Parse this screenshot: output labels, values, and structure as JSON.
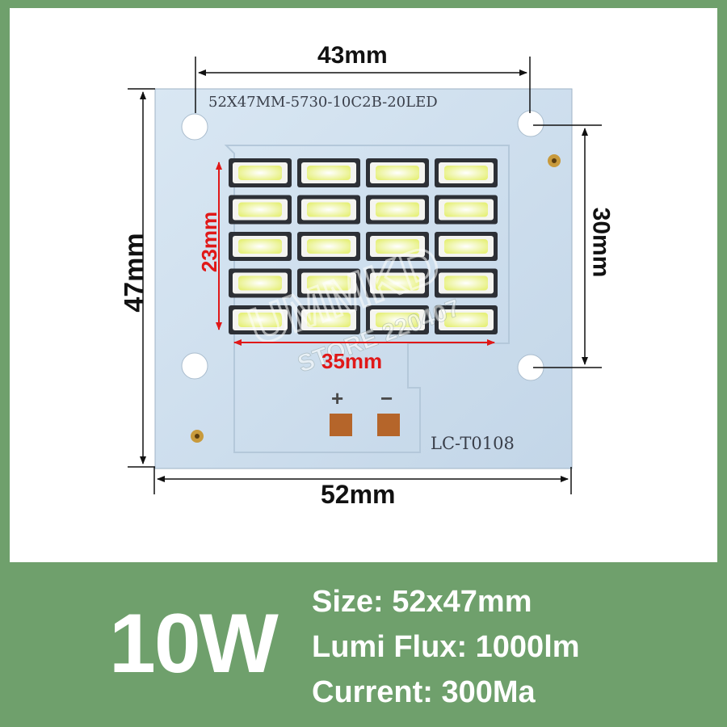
{
  "board": {
    "silkscreen_model": "52X47MM-5730-10C2B-20LED",
    "silkscreen_code": "LC-T0108",
    "plus_label": "+",
    "minus_label": "−"
  },
  "dimensions": {
    "top_width": "43mm",
    "left_height": "47mm",
    "right_height": "30mm",
    "bottom_width": "52mm",
    "led_area_height": "23mm",
    "led_area_width": "35mm"
  },
  "led_grid": {
    "rows": 5,
    "columns": 4
  },
  "watermark": {
    "line1": "UMMKD",
    "line2": "STORE 220407"
  },
  "product": {
    "power": "10W",
    "size_line": "Size: 52x47mm",
    "flux_line": "Lumi Flux: 1000lm",
    "current_line": "Current: 300Ma"
  },
  "colors": {
    "background": "#6fa06c",
    "pcb": "#cfe0ef",
    "dimension_red": "#e01818"
  }
}
